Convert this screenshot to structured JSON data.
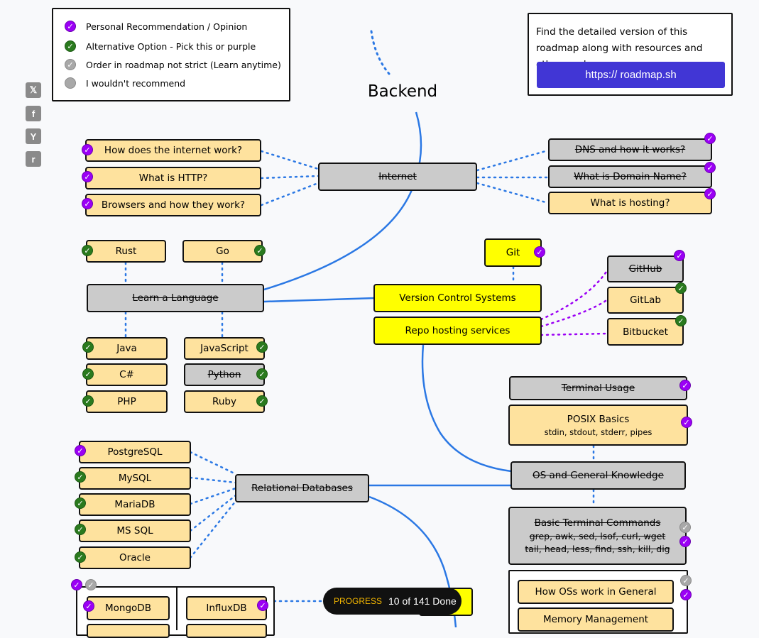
{
  "legend": {
    "personal": "Personal Recommendation / Opinion",
    "alternative": "Alternative Option - Pick this or purple",
    "order": "Order in roadmap not strict (Learn anytime)",
    "not_recommended": "I wouldn't recommend"
  },
  "promo": {
    "text": "Find the detailed version of this roadmap along with resources and other roadmaps",
    "link": "https:// roadmap.sh"
  },
  "title": "Backend",
  "share": {
    "x": "𝕏",
    "facebook": "f",
    "hackernews": "Y",
    "reddit": "r"
  },
  "nodes": {
    "internet": "Internet",
    "how_internet": "How does the internet work?",
    "http": "What is HTTP?",
    "browsers": "Browsers and how they work?",
    "dns": "DNS and how it works?",
    "domain": "What is Domain Name?",
    "hosting": "What is hosting?",
    "rust": "Rust",
    "go": "Go",
    "learn_language": "Learn a Language",
    "java": "Java",
    "csharp": "C#",
    "php": "PHP",
    "javascript": "JavaScript",
    "python": "Python",
    "ruby": "Ruby",
    "git": "Git",
    "vcs": "Version Control Systems",
    "repo_hosting": "Repo hosting services",
    "github": "GitHub",
    "gitlab": "GitLab",
    "bitbucket": "Bitbucket",
    "terminal_usage": "Terminal Usage",
    "posix": "POSIX Basics",
    "posix_sub": "stdin, stdout, stderr, pipes",
    "os_general": "OS and General Knowledge",
    "terminal_commands": "Basic Terminal Commands",
    "terminal_commands_sub1": "grep, awk, sed, lsof, curl, wget",
    "terminal_commands_sub2": "tail, head, less, find, ssh, kill, dig",
    "how_os": "How OSs work in General",
    "memory": "Memory Management",
    "relational_db": "Relational Databases",
    "postgresql": "PostgreSQL",
    "mysql": "MySQL",
    "mariadb": "MariaDB",
    "mssql": "MS SQL",
    "oracle": "Oracle",
    "mongodb": "MongoDB",
    "influxdb": "InfluxDB"
  },
  "progress": {
    "label": "PROGRESS",
    "text": "10 of 141 Done"
  },
  "colors": {
    "topic": "#fee29e",
    "done": "#cbcbcb",
    "primary": "#ffff00",
    "personal": "#9b00f5",
    "alternative": "#2a7a1e",
    "order": "#a8a8a8",
    "line": "#2b78e4",
    "dotted_purple": "#9b00f5",
    "button": "#4136d5"
  }
}
